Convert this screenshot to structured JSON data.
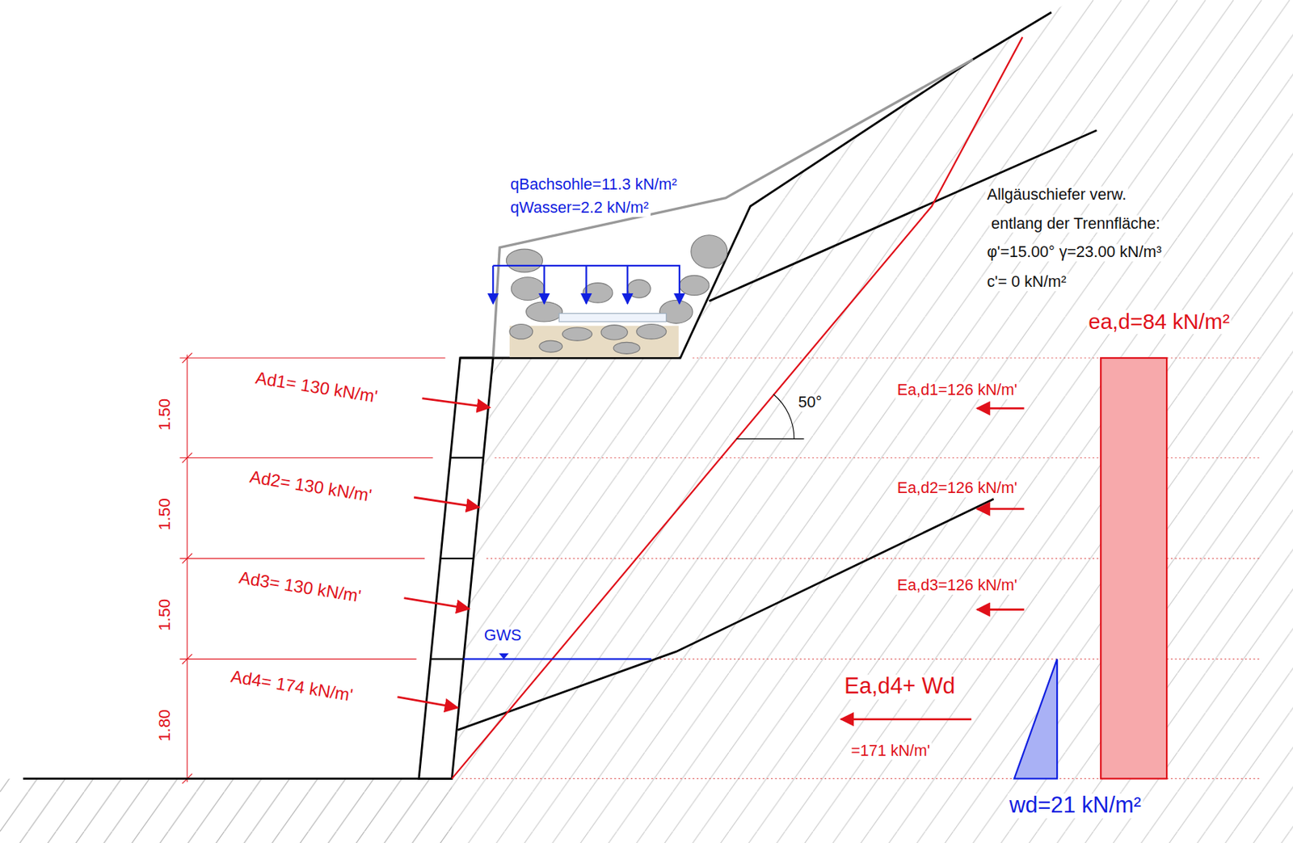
{
  "diagram": {
    "labels": [
      "qBachsohle=11.3 kN/m²",
      "qWasser=2.2 kN/m²",
      "Allgäuschiefer verw.",
      "entlang der Trennfläche:",
      "φ'=15.00° γ=23.00 kN/m³",
      "c'= 0 kN/m²",
      "ea,d=84 kN/m²",
      "1.50",
      "1.50",
      "1.50",
      "1.80",
      "Ad1= 130 kN/m'",
      "Ad2= 130 kN/m'",
      "Ad3= 130 kN/m'",
      "Ad4= 174 kN/m'",
      "50°",
      "Ea,d1=126 kN/m'",
      "Ea,d2=126 kN/m'",
      "Ea,d3=126 kN/m'",
      "GWS",
      "Ea,d4+ Wd",
      "=171 kN/m'",
      "wd=21 kN/m²"
    ]
  }
}
